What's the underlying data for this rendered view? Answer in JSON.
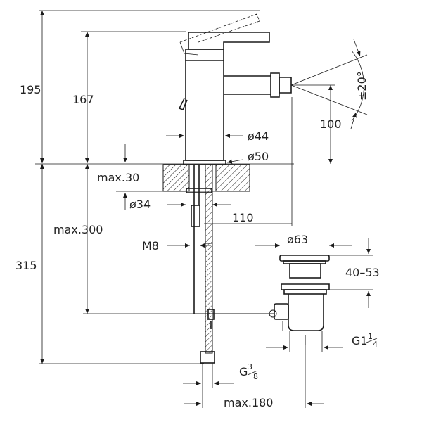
{
  "dimensions": {
    "h195": "195",
    "h167": "167",
    "h315": "315",
    "max300": "max.300",
    "max30": "max.30",
    "d34": "ø34",
    "d44": "ø44",
    "d50": "ø50",
    "d63": "ø63",
    "l110": "110",
    "l100": "100",
    "angle": "±20°",
    "m8": "M8",
    "range": "40–53",
    "g1": "G1",
    "g1frac_num": "1",
    "g1frac_den": "4",
    "g3": "G",
    "g3frac_num": "3",
    "g3frac_den": "8",
    "max180": "max.180"
  }
}
